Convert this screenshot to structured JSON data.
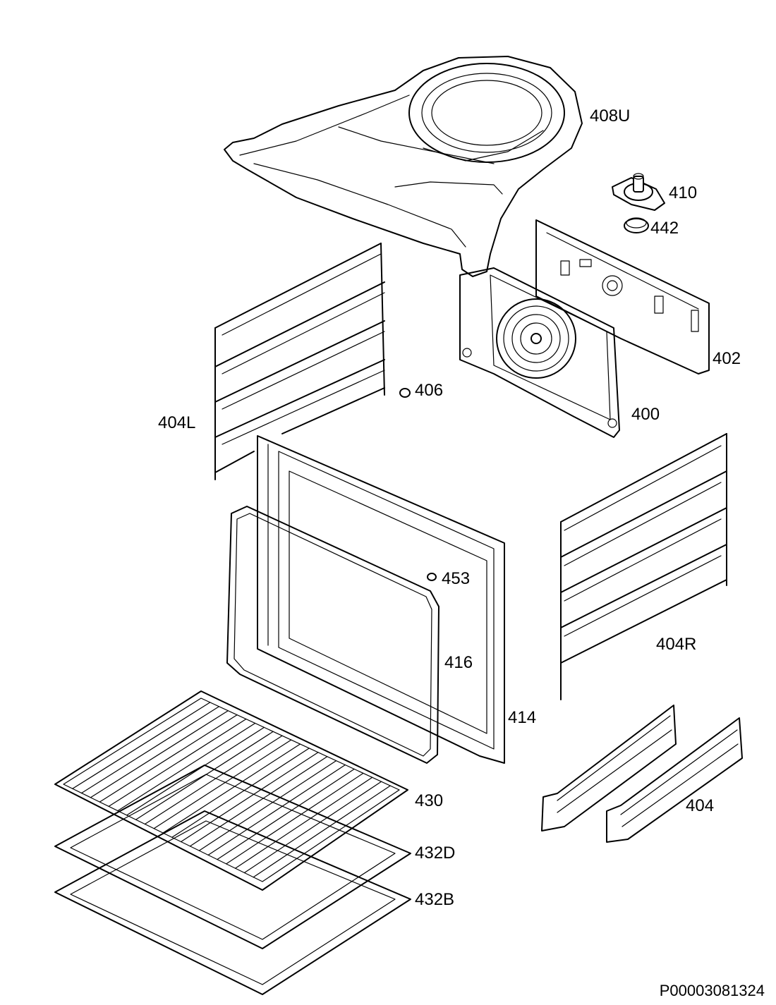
{
  "diagram": {
    "labels": {
      "p408U": "408U",
      "p410": "410",
      "p442": "442",
      "p402": "402",
      "p406": "406",
      "p400": "400",
      "p404L": "404L",
      "p453": "453",
      "p416": "416",
      "p404R": "404R",
      "p414": "414",
      "p430": "430",
      "p404": "404",
      "p432D": "432D",
      "p432B": "432B"
    },
    "document_number": "P00003081324"
  },
  "colors": {
    "line": "#000000",
    "background": "#ffffff"
  }
}
